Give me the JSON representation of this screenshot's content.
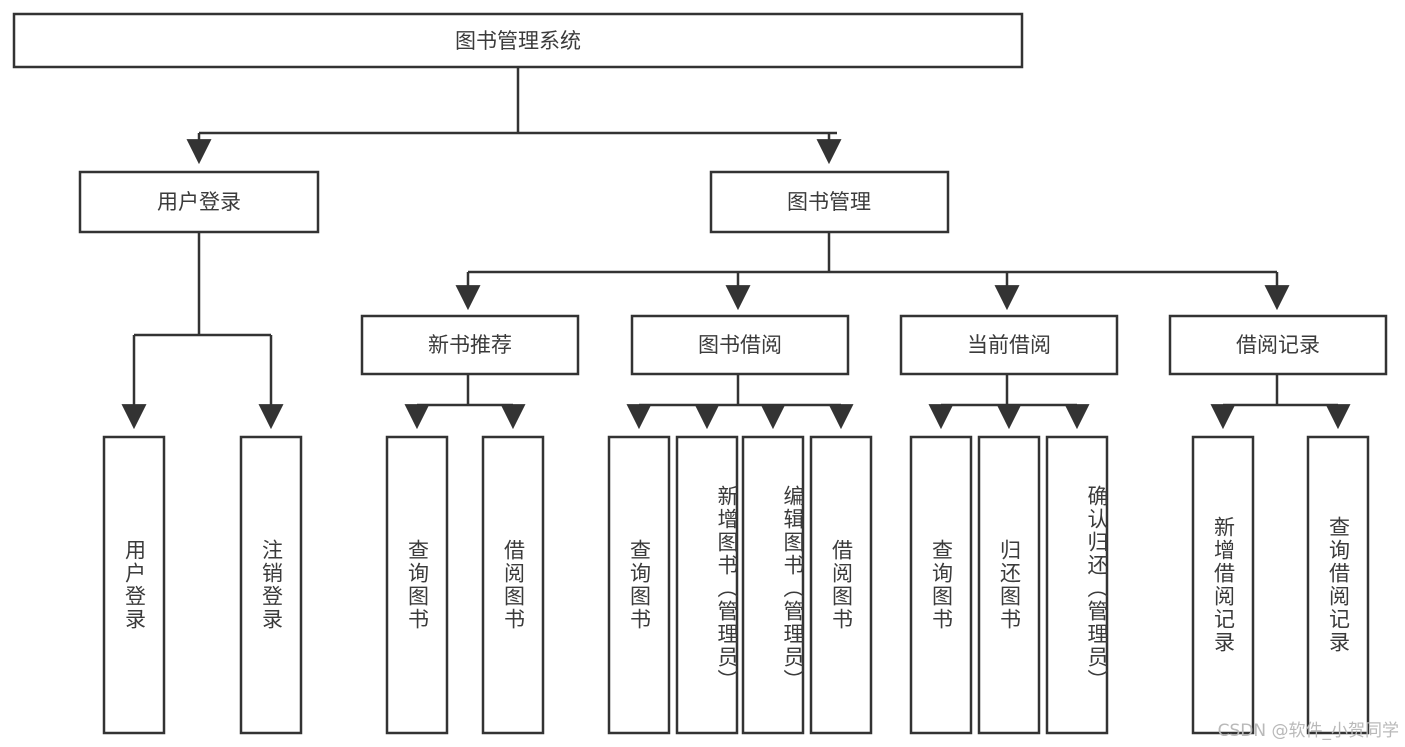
{
  "diagram": {
    "type": "tree-hierarchy",
    "title": "图书管理系统",
    "colors": {
      "stroke": "#333333",
      "fill": "#ffffff",
      "text": "#3b3b3b",
      "watermark": "#b9b9b9",
      "background": "#ffffff"
    },
    "root": {
      "label": "图书管理系统"
    },
    "level2": [
      {
        "label": "用户登录"
      },
      {
        "label": "图书管理"
      }
    ],
    "level3": [
      {
        "label": "新书推荐"
      },
      {
        "label": "图书借阅"
      },
      {
        "label": "当前借阅"
      },
      {
        "label": "借阅记录"
      }
    ],
    "leaves": {
      "user_login": [
        {
          "label": "用户登录"
        },
        {
          "label": "注销登录"
        }
      ],
      "new_book_recommend": [
        {
          "label": "查询图书"
        },
        {
          "label": "借阅图书"
        }
      ],
      "book_borrow": [
        {
          "label": "查询图书"
        },
        {
          "label": "新增图书（管理员）"
        },
        {
          "label": "编辑图书（管理员）"
        },
        {
          "label": "借阅图书"
        }
      ],
      "current_borrow": [
        {
          "label": "查询图书"
        },
        {
          "label": "归还图书"
        },
        {
          "label": "确认归还（管理员）"
        }
      ],
      "borrow_record": [
        {
          "label": "新增借阅记录"
        },
        {
          "label": "查询借阅记录"
        }
      ]
    },
    "watermark": "CSDN @软件_小贺同学"
  }
}
